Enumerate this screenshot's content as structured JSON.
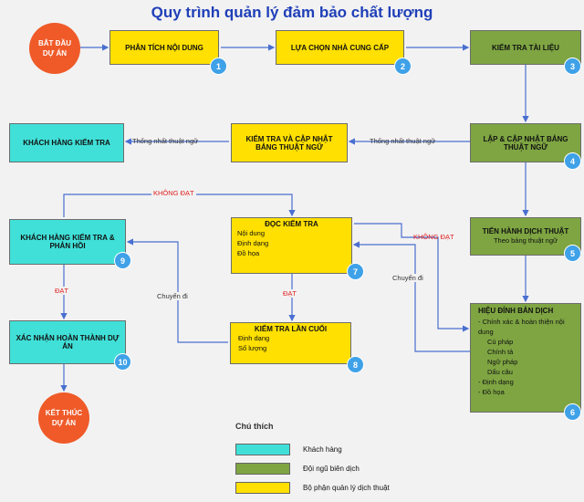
{
  "title": "Quy trình quản lý đảm bảo chất lượng",
  "start": {
    "label": "BẮT ĐẦU DỰ ÁN"
  },
  "end": {
    "label": "KẾT THÚC DỰ ÁN"
  },
  "steps": [
    {
      "num": "1",
      "title": "PHÂN TÍCH NỘI DUNG"
    },
    {
      "num": "2",
      "title": "LỰA CHỌN NHÀ CUNG CẤP"
    },
    {
      "num": "3",
      "title": "KIỂM TRA TÀI LIỆU"
    },
    {
      "num": "4",
      "title": "LẬP & CẬP NHẬT BẢNG THUẬT NGỮ"
    },
    {
      "num": "5",
      "title": "TIẾN HÀNH DỊCH THUẬT",
      "subtitle": "Theo bảng thuật ngữ"
    },
    {
      "num": "6",
      "title": "HIỆU ĐÍNH BẢN DỊCH",
      "items": [
        "- Chính xác & hoàn thiện nội dung",
        "Cú pháp",
        "Chính tả",
        "Ngữ pháp",
        "Dấu câu",
        "- Định dạng",
        "- Đồ họa"
      ]
    },
    {
      "num": "7",
      "title": "ĐỌC KIỂM TRA",
      "items": [
        "Nội dung",
        "Định dạng",
        "Đồ họa"
      ]
    },
    {
      "num": "8",
      "title": "KIỂM TRA LẦN CUỐI",
      "items": [
        "Định dạng",
        "Số lượng"
      ]
    },
    {
      "num": "9",
      "title": "KHÁCH HÀNG KIỂM TRA & PHẢN HỒI"
    },
    {
      "num": "10",
      "title": "XÁC NHẬN HOÀN THÀNH DỰ ÁN"
    }
  ],
  "terminology_check": {
    "title": "KIỂM TRA VÀ CẬP NHẬT BẢNG THUẬT NGỮ"
  },
  "client_check": {
    "title": "KHÁCH HÀNG KIỂM TRA"
  },
  "edge_labels": {
    "unify_terms_1": "Thống nhất thuật ngữ",
    "unify_terms_2": "Thống nhất thuật ngữ",
    "fail_top": "KHÔNG ĐẠT",
    "fail_right": "KHÔNG ĐẠT",
    "pass_7_8": "ĐẠT",
    "pass_9_10": "ĐẠT",
    "transfer_left": "Chuyển đi",
    "transfer_right": "Chuyển đi"
  },
  "legend": {
    "title": "Chú thích",
    "items": [
      {
        "label": "Khách hàng",
        "color": "#40e0d8"
      },
      {
        "label": "Đội ngũ biên dịch",
        "color": "#7ea542"
      },
      {
        "label": "Bộ phận quản lý dịch thuật",
        "color": "#ffe000"
      }
    ]
  },
  "colors": {
    "client": "#40e0d8",
    "translator": "#7ea542",
    "manager": "#ffe000",
    "arrow": "#4a6fd0",
    "start": "#ef5a28",
    "badge": "#3fa1e8"
  }
}
